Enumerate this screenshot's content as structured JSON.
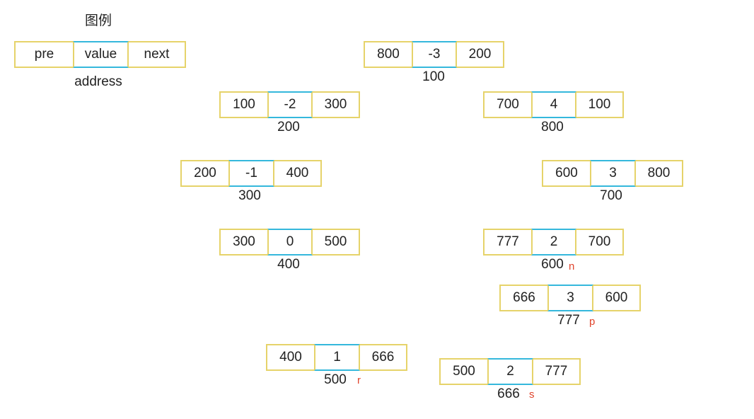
{
  "legend": {
    "title": "图例",
    "pre": "pre",
    "value": "value",
    "next": "next",
    "address": "address"
  },
  "accent": {
    "border": "#e6d36a",
    "value_border": "#35b8dc",
    "pointer": "#e0442c"
  },
  "nodes": [
    {
      "pre": "800",
      "value": "-3",
      "next": "200",
      "address": "100",
      "pointer": ""
    },
    {
      "pre": "100",
      "value": "-2",
      "next": "300",
      "address": "200",
      "pointer": ""
    },
    {
      "pre": "700",
      "value": "4",
      "next": "100",
      "address": "800",
      "pointer": ""
    },
    {
      "pre": "200",
      "value": "-1",
      "next": "400",
      "address": "300",
      "pointer": ""
    },
    {
      "pre": "600",
      "value": "3",
      "next": "800",
      "address": "700",
      "pointer": ""
    },
    {
      "pre": "300",
      "value": "0",
      "next": "500",
      "address": "400",
      "pointer": ""
    },
    {
      "pre": "777",
      "value": "2",
      "next": "700",
      "address": "600",
      "pointer": "n"
    },
    {
      "pre": "666",
      "value": "3",
      "next": "600",
      "address": "777",
      "pointer": "p"
    },
    {
      "pre": "400",
      "value": "1",
      "next": "666",
      "address": "500",
      "pointer": "r"
    },
    {
      "pre": "500",
      "value": "2",
      "next": "777",
      "address": "666",
      "pointer": "s"
    }
  ]
}
